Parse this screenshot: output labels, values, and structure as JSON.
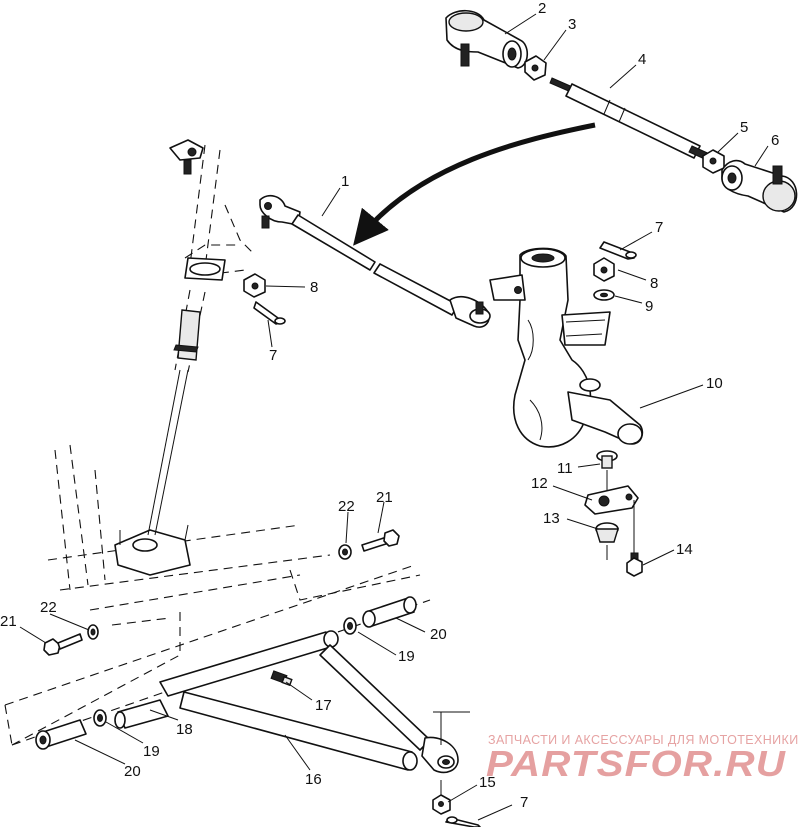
{
  "callouts": {
    "c1": "1",
    "c2": "2",
    "c3": "3",
    "c4": "4",
    "c5": "5",
    "c6": "6",
    "c7a": "7",
    "c7b": "7",
    "c7c": "7",
    "c8a": "8",
    "c8b": "8",
    "c9": "9",
    "c10": "10",
    "c11": "11",
    "c12": "12",
    "c13": "13",
    "c14": "14",
    "c15": "15",
    "c16": "16",
    "c17": "17",
    "c18": "18",
    "c19a": "19",
    "c19b": "19",
    "c20a": "20",
    "c20b": "20",
    "c21a": "21",
    "c21b": "21",
    "c22a": "22",
    "c22b": "22"
  },
  "watermark": {
    "tagline": "ЗАПЧАСТИ И АКСЕССУАРЫ ДЛЯ МОТОТЕХНИКИ",
    "logo": "PARTSFOR.RU"
  }
}
